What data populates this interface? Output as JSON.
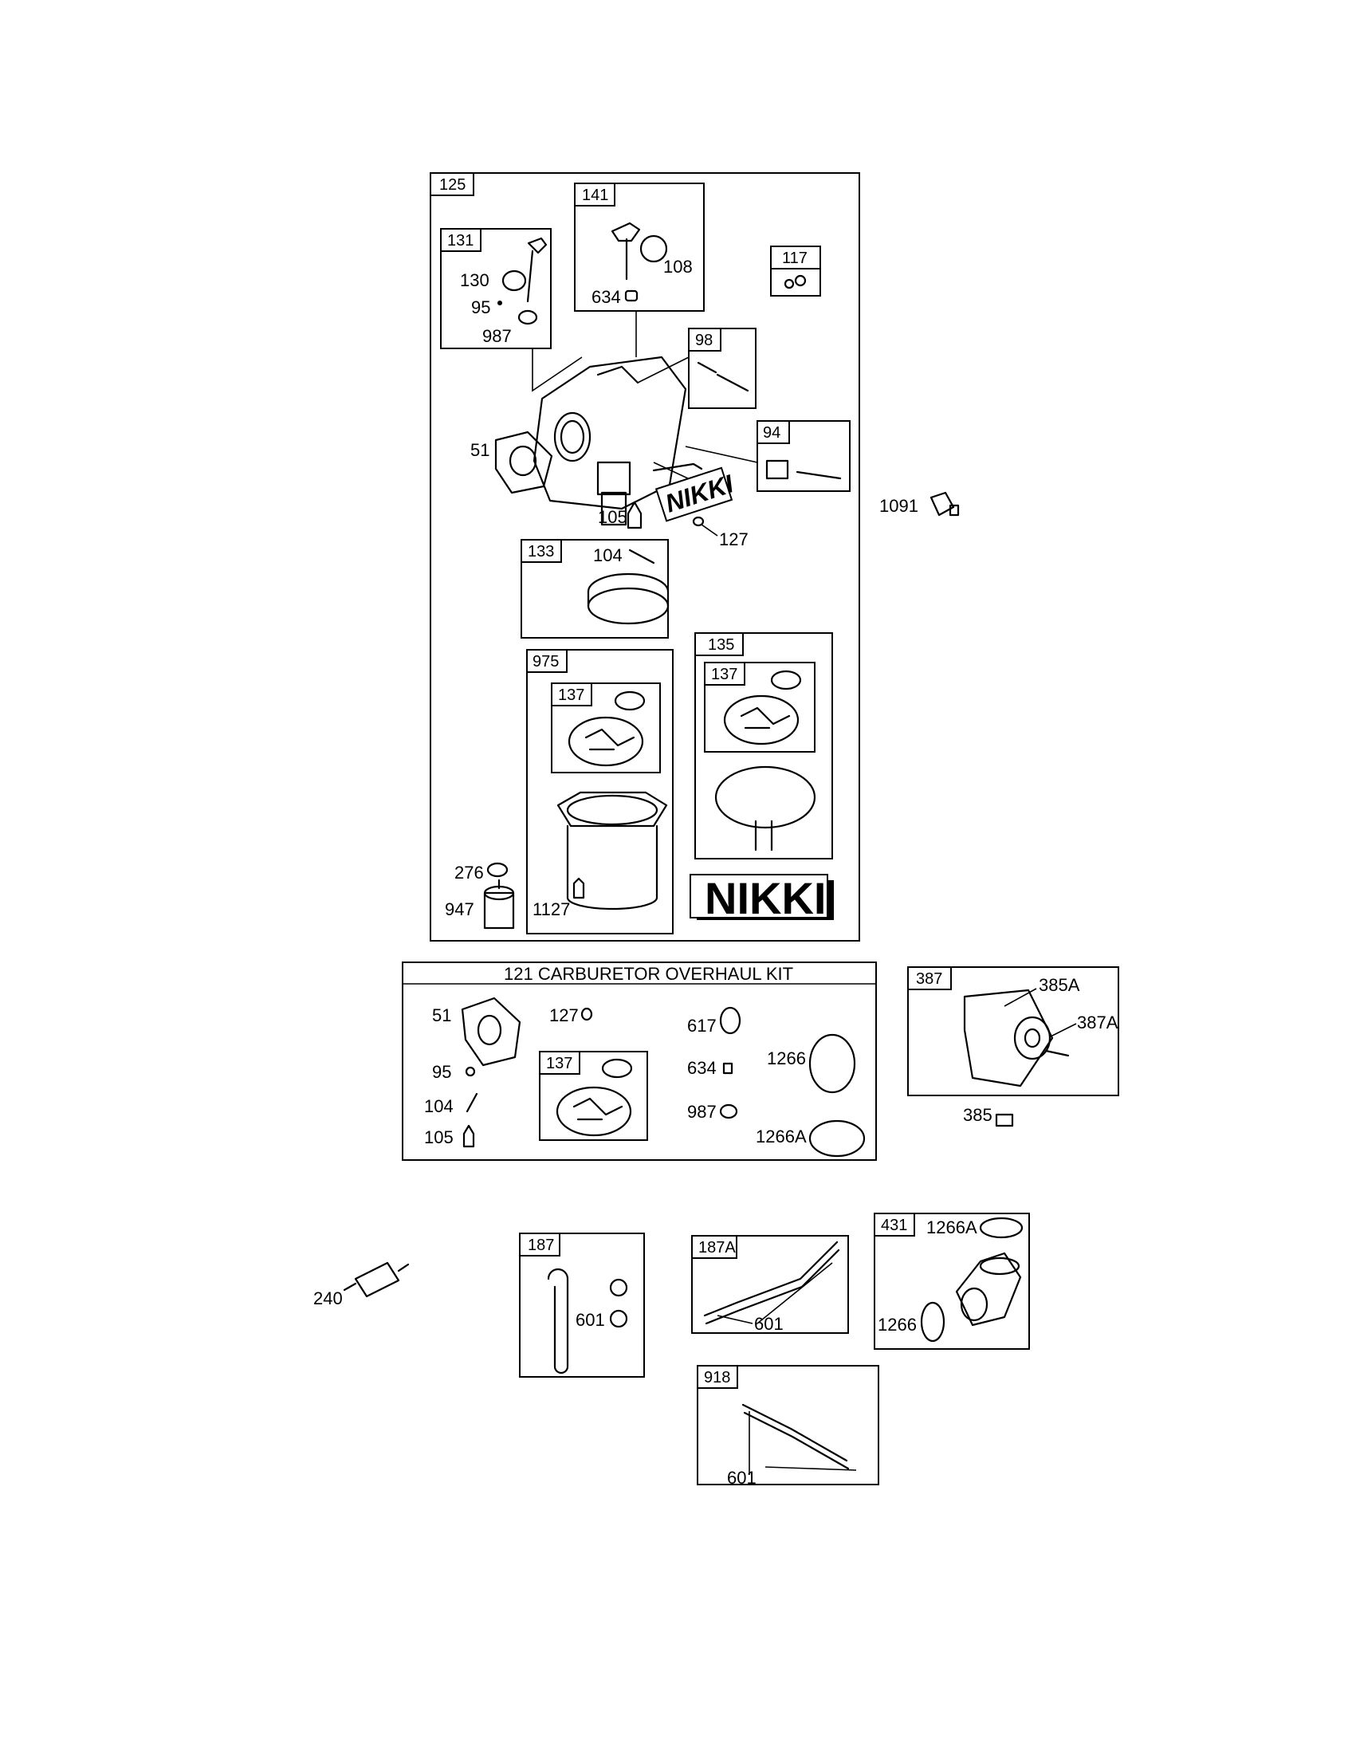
{
  "main_box": {
    "label": "125",
    "parts": {
      "p131": "131",
      "p130": "130",
      "p95": "95",
      "p987": "987",
      "p141": "141",
      "p634": "634",
      "p108": "108",
      "p117": "117",
      "p98": "98",
      "p94": "94",
      "p51": "51",
      "p105": "105",
      "p127": "127",
      "nikki_decal": "NIKKI",
      "p133": "133",
      "p104": "104",
      "p975": "975",
      "p137_a": "137",
      "p135": "135",
      "p137_b": "137",
      "p276": "276",
      "p947": "947",
      "p1127": "1127",
      "nikki_logo": "NIKKI"
    }
  },
  "p1091": "1091",
  "kit": {
    "title": "121 CARBURETOR OVERHAUL KIT",
    "parts": {
      "p51": "51",
      "p127": "127",
      "p617": "617",
      "p1266": "1266",
      "p95": "95",
      "p137": "137",
      "p634": "634",
      "p104": "104",
      "p987": "987",
      "p105": "105",
      "p1266A": "1266A"
    }
  },
  "pump": {
    "label": "387",
    "p385A": "385A",
    "p387A": "387A",
    "p385": "385"
  },
  "p240": "240",
  "box187": {
    "label": "187",
    "p601": "601"
  },
  "box187A": {
    "label": "187A",
    "p601": "601"
  },
  "box431": {
    "label": "431",
    "p1266A": "1266A",
    "p1266": "1266"
  },
  "box918": {
    "label": "918",
    "p601": "601"
  }
}
